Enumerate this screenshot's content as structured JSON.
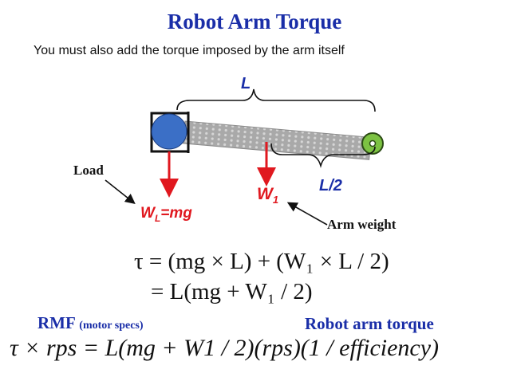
{
  "title": "Robot Arm Torque",
  "subtitle": "You must also add the torque imposed by the arm itself",
  "labels": {
    "L": "L",
    "L_half": "L/2",
    "W1_base": "W",
    "W1_sub": "1",
    "WL_base": "W",
    "WL_sub": "L",
    "WL_rest": "=mg",
    "load": "Load",
    "arm_weight": "Arm weight"
  },
  "equations": {
    "line1": "τ = (mg × L) + (W₁ × L / 2)",
    "line2": "= L(mg + W₁ / 2)",
    "line3": "τ × rps = L(mg + W1 / 2)(rps)(1 / efficiency)"
  },
  "captions": {
    "rmf_main": "RMF",
    "rmf_note": "(motor specs)",
    "robot_arm_torque": "Robot arm torque"
  },
  "colors": {
    "title_blue": "#1a2ea8",
    "force_red": "#e0181f",
    "load_ball": "#3b6fc6",
    "pivot_green": "#7cc242",
    "arm_gray": "#9a9a9a"
  }
}
